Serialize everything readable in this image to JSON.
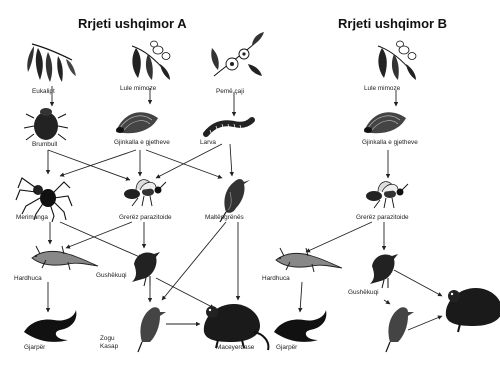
{
  "webs": {
    "a": {
      "title": "Rrjeti ushqimor A",
      "organisms": {
        "eukalipt": "Eukalipt",
        "lule_mimoza": "Lule mimoze",
        "peme_caji": "Pemë çaji",
        "brumbull": "Brumbull",
        "gjinkalla": "Gjinkalla e gjetheve",
        "larva": "Larva",
        "merimanga": "Merimanga",
        "grerez": "Grerëz parazitoide",
        "maltengrenis": "Maltëngrënës",
        "hardhuca": "Hardhuca",
        "gushekuqi": "Gushëkuqi",
        "gjarper": "Gjarpër",
        "zogu_kasap": "Zogu Kasap",
        "maceyerdase": "Maceyerdase"
      }
    },
    "b": {
      "title": "Rrjeti ushqimor B",
      "organisms": {
        "lule_mimoza": "Lule mimoze",
        "gjinkalla": "Gjinkalla e gjetheve",
        "grerez": "Grerëz parazitoide",
        "hardhuca": "Hardhuca",
        "gushekuqi": "Gushëkuqi",
        "gjarper": "Gjarpër"
      }
    }
  },
  "icons": [
    "leafy-branch-icon",
    "flowering-branch-icon",
    "beetle-icon",
    "moth-icon",
    "caterpillar-icon",
    "spider-icon",
    "wasp-icon",
    "bird-icon",
    "lizard-icon",
    "snake-icon",
    "possum-icon"
  ]
}
